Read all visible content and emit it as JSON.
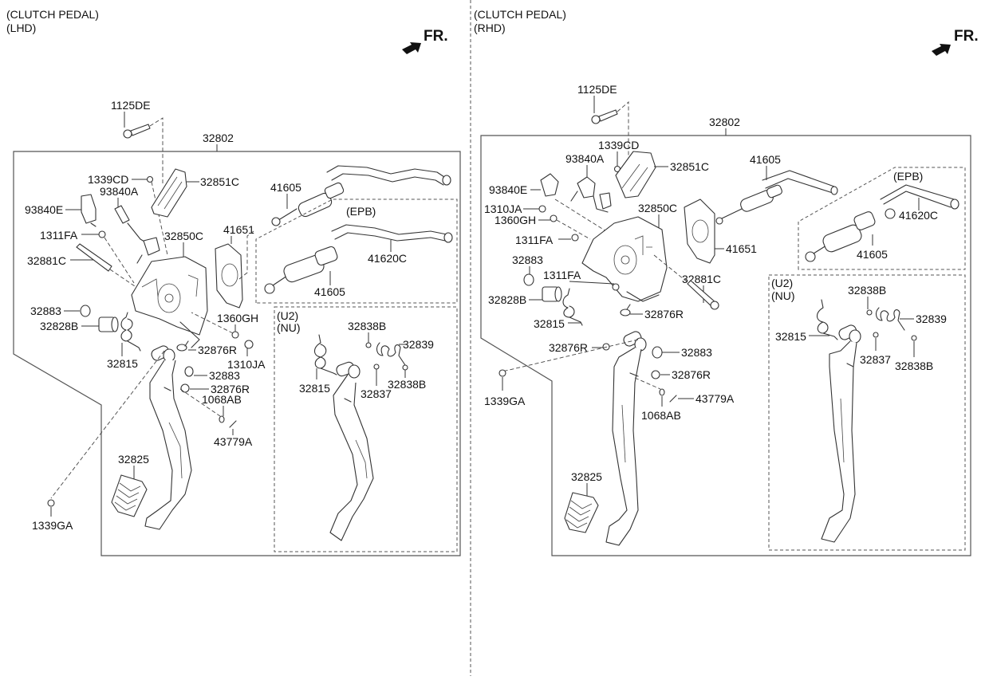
{
  "panels": {
    "lhd": {
      "title_line1": "(CLUTCH PEDAL)",
      "title_line2": "(LHD)",
      "front_label": "FR.",
      "labels": {
        "p1125DE": "1125DE",
        "p32802": "32802",
        "p1339CD": "1339CD",
        "p32851C": "32851C",
        "p93840A": "93840A",
        "p93840E": "93840E",
        "p1311FA": "1311FA",
        "p32850C": "32850C",
        "p41651": "41651",
        "p32881C": "32881C",
        "p41605_top": "41605",
        "p32883_a": "32883",
        "p32828B": "32828B",
        "p1360GH": "1360GH",
        "p32876R_a": "32876R",
        "p1310JA": "1310JA",
        "p32815": "32815",
        "p32883_b": "32883",
        "p32876R_b": "32876R",
        "p1068AB": "1068AB",
        "p43779A": "43779A",
        "p32825": "32825",
        "p1339GA": "1339GA"
      },
      "epb": {
        "title": "(EPB)",
        "p41620C": "41620C",
        "p41605": "41605"
      },
      "u2nu": {
        "title_line1": "(U2)",
        "title_line2": "(NU)",
        "p32838B_top": "32838B",
        "p32839": "32839",
        "p32815": "32815",
        "p32837": "32837",
        "p32838B_bottom": "32838B"
      }
    },
    "rhd": {
      "title_line1": "(CLUTCH PEDAL)",
      "title_line2": "(RHD)",
      "front_label": "FR.",
      "labels": {
        "p1125DE": "1125DE",
        "p32802": "32802",
        "p1339CD": "1339CD",
        "p93840A": "93840A",
        "p32851C": "32851C",
        "p93840E": "93840E",
        "p41605_top": "41605",
        "p1310JA": "1310JA",
        "p1360GH": "1360GH",
        "p32850C": "32850C",
        "p1311FA_a": "1311FA",
        "p41651": "41651",
        "p32883_a": "32883",
        "p1311FA_b": "1311FA",
        "p32881C": "32881C",
        "p32828B": "32828B",
        "p32815": "32815",
        "p32876R_a": "32876R",
        "p32876R_b": "32876R",
        "p32883_b": "32883",
        "p32876R_c": "32876R",
        "p1339GA": "1339GA",
        "p43779A": "43779A",
        "p1068AB": "1068AB",
        "p32825": "32825"
      },
      "epb": {
        "title": "(EPB)",
        "p41620C": "41620C",
        "p41605": "41605"
      },
      "u2nu": {
        "title_line1": "(U2)",
        "title_line2": "(NU)",
        "p32838B_top": "32838B",
        "p32839": "32839",
        "p32815": "32815",
        "p32837": "32837",
        "p32838B_bottom": "32838B"
      }
    }
  }
}
